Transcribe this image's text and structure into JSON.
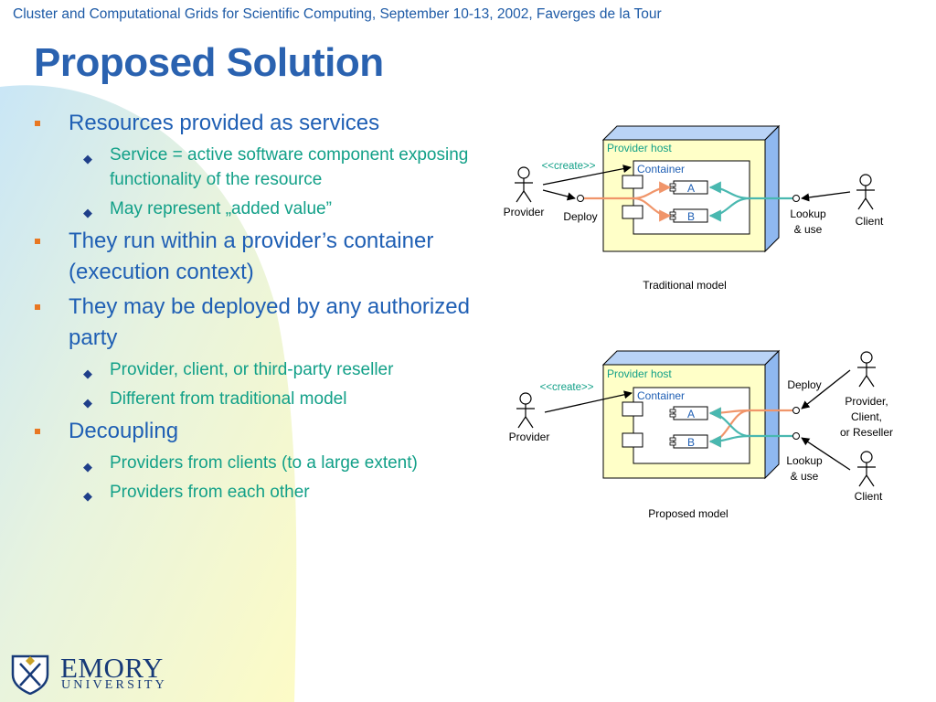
{
  "header": "Cluster and Computational Grids for Scientific Computing, September 10-13, 2002, Faverges de la Tour",
  "title": "Proposed Solution",
  "colors": {
    "title": "#2a62b0",
    "level1_text": "#1f5fb4",
    "level2_text": "#12a088",
    "level1_marker": "#e87722",
    "host_fill": "#ffffc8",
    "host_depth": "#8fb8f0",
    "arrow_orange": "#f0956a",
    "arrow_teal": "#49b8b0"
  },
  "bullets": [
    {
      "text": "Resources provided as services",
      "sub": [
        "Service = active software component exposing functionality of the resource",
        "May represent „added value”"
      ]
    },
    {
      "text": "They run within a provider’s container (execution context)",
      "sub": []
    },
    {
      "text": "They may be deployed by any authorized party",
      "sub": [
        "Provider, client, or third-party reseller",
        "Different from traditional model"
      ]
    },
    {
      "text": "Decoupling",
      "sub": [
        "Providers from clients (to a large extent)",
        "Providers from each other"
      ]
    }
  ],
  "diagram_traditional": {
    "provider_host": "Provider host",
    "container": "Container",
    "create": "<<create>>",
    "provider": "Provider",
    "deploy": "Deploy",
    "lookup1": "Lookup",
    "lookup2": "& use",
    "client": "Client",
    "service_a": "A",
    "service_b": "B",
    "caption": "Traditional model"
  },
  "diagram_proposed": {
    "provider_host": "Provider host",
    "container": "Container",
    "create": "<<create>>",
    "provider": "Provider",
    "deploy": "Deploy",
    "actor1": "Provider,",
    "actor2": "Client,",
    "actor3": "or Reseller",
    "lookup1": "Lookup",
    "lookup2": "& use",
    "client": "Client",
    "service_a": "A",
    "service_b": "B",
    "caption": "Proposed model"
  },
  "logo": {
    "name": "EMORY",
    "sub": "UNIVERSITY"
  }
}
